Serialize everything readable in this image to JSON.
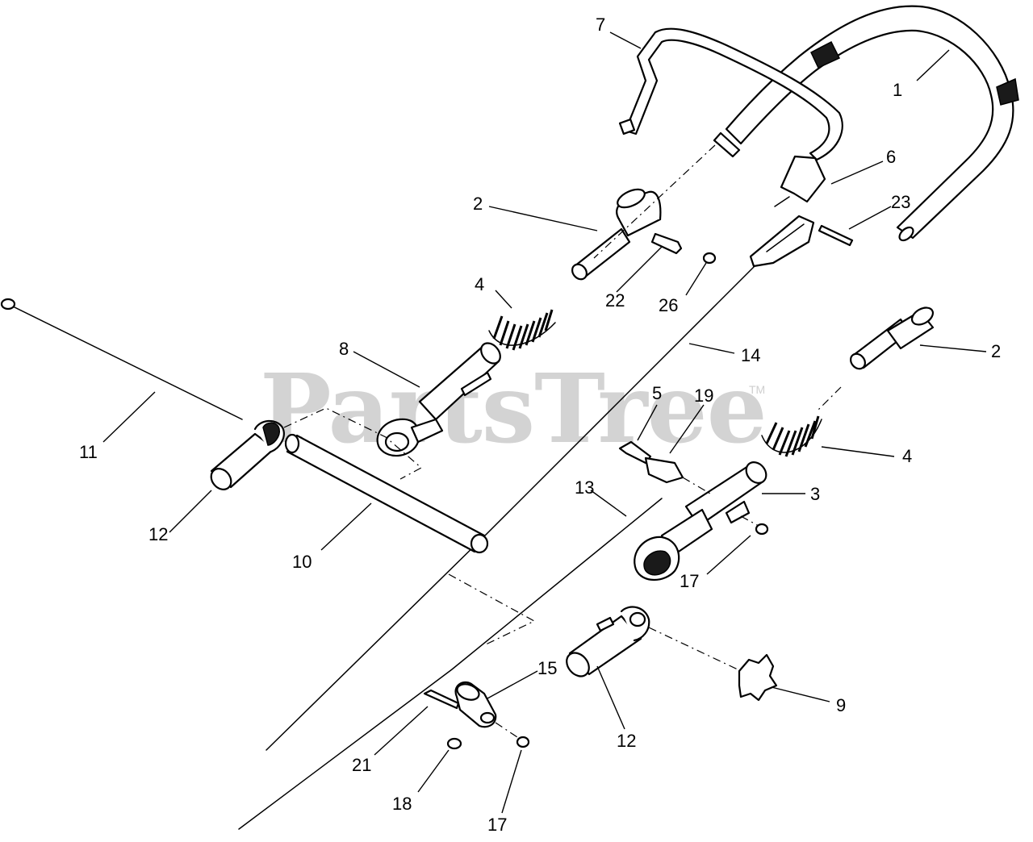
{
  "watermark": {
    "text": "PartsTree",
    "trademark": "TM"
  },
  "callouts": [
    {
      "id": "c1",
      "label": "1"
    },
    {
      "id": "c2a",
      "label": "2"
    },
    {
      "id": "c2b",
      "label": "2"
    },
    {
      "id": "c3",
      "label": "3"
    },
    {
      "id": "c4a",
      "label": "4"
    },
    {
      "id": "c4b",
      "label": "4"
    },
    {
      "id": "c5",
      "label": "5"
    },
    {
      "id": "c6",
      "label": "6"
    },
    {
      "id": "c7",
      "label": "7"
    },
    {
      "id": "c8",
      "label": "8"
    },
    {
      "id": "c9",
      "label": "9"
    },
    {
      "id": "c10",
      "label": "10"
    },
    {
      "id": "c11",
      "label": "11"
    },
    {
      "id": "c12a",
      "label": "12"
    },
    {
      "id": "c12b",
      "label": "12"
    },
    {
      "id": "c13",
      "label": "13"
    },
    {
      "id": "c14",
      "label": "14"
    },
    {
      "id": "c15",
      "label": "15"
    },
    {
      "id": "c17a",
      "label": "17"
    },
    {
      "id": "c17b",
      "label": "17"
    },
    {
      "id": "c18",
      "label": "18"
    },
    {
      "id": "c19",
      "label": "19"
    },
    {
      "id": "c21",
      "label": "21"
    },
    {
      "id": "c22",
      "label": "22"
    },
    {
      "id": "c23",
      "label": "23"
    },
    {
      "id": "c26",
      "label": "26"
    }
  ]
}
